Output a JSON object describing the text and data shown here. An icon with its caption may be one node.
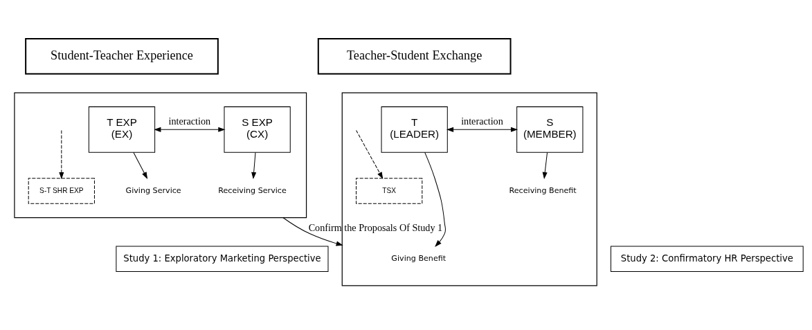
{
  "diagram": {
    "nodes": [
      {
        "text": [
          "Student-Teacher Experience"
        ]
      },
      {
        "text": [],
        "shape": "box"
      },
      {
        "text": [
          "T EXP",
          "(EX)"
        ],
        "in": 1
      },
      {
        "text": [
          "S EXP",
          "(CX)"
        ],
        "in": 1
      },
      {
        "text": [
          "S-T SHR EXP"
        ],
        "in": 1
      },
      {
        "text": [
          "Giving Service"
        ],
        "in": 1
      },
      {
        "text": [
          "Receiving Service"
        ],
        "in": 1
      },
      {
        "text": [
          "Study 1: Exploratory Marketing Perspective"
        ]
      },
      {
        "text": [
          "Teacher-Student Exchange"
        ]
      },
      {
        "text": [],
        "shape": "box"
      },
      {
        "text": [
          "T",
          "(LEADER)"
        ],
        "in": 9
      },
      {
        "text": [
          "S",
          "(MEMBER)"
        ],
        "in": 9
      },
      {
        "text": [
          "TSX"
        ],
        "in": 9
      },
      {
        "text": [
          "Giving Benefit"
        ],
        "in": 9
      },
      {
        "text": [
          "Receiving Benefit"
        ],
        "in": 9
      },
      {
        "text": [
          "Study 2: Confirmatory HR Perspective"
        ]
      }
    ],
    "edges": [
      {
        "from": 2,
        "to": 3,
        "arrow": "both",
        "label": "interaction"
      },
      {
        "from": null,
        "to": 4,
        "arrow": "to",
        "style": "dashed"
      },
      {
        "from": 2,
        "to": 5,
        "arrow": "to"
      },
      {
        "from": 3,
        "to": 6,
        "arrow": "to"
      },
      {
        "from": 1,
        "to": 9,
        "arrow": "to",
        "label": "Confirm the Proposals Of Study 1"
      },
      {
        "from": 10,
        "to": 11,
        "arrow": "both",
        "label": "interaction"
      },
      {
        "from": null,
        "to": 12,
        "arrow": "to",
        "style": "dashed"
      },
      {
        "from": 10,
        "to": 13,
        "arrow": "to"
      },
      {
        "from": 11,
        "to": 14,
        "arrow": "to"
      }
    ]
  }
}
